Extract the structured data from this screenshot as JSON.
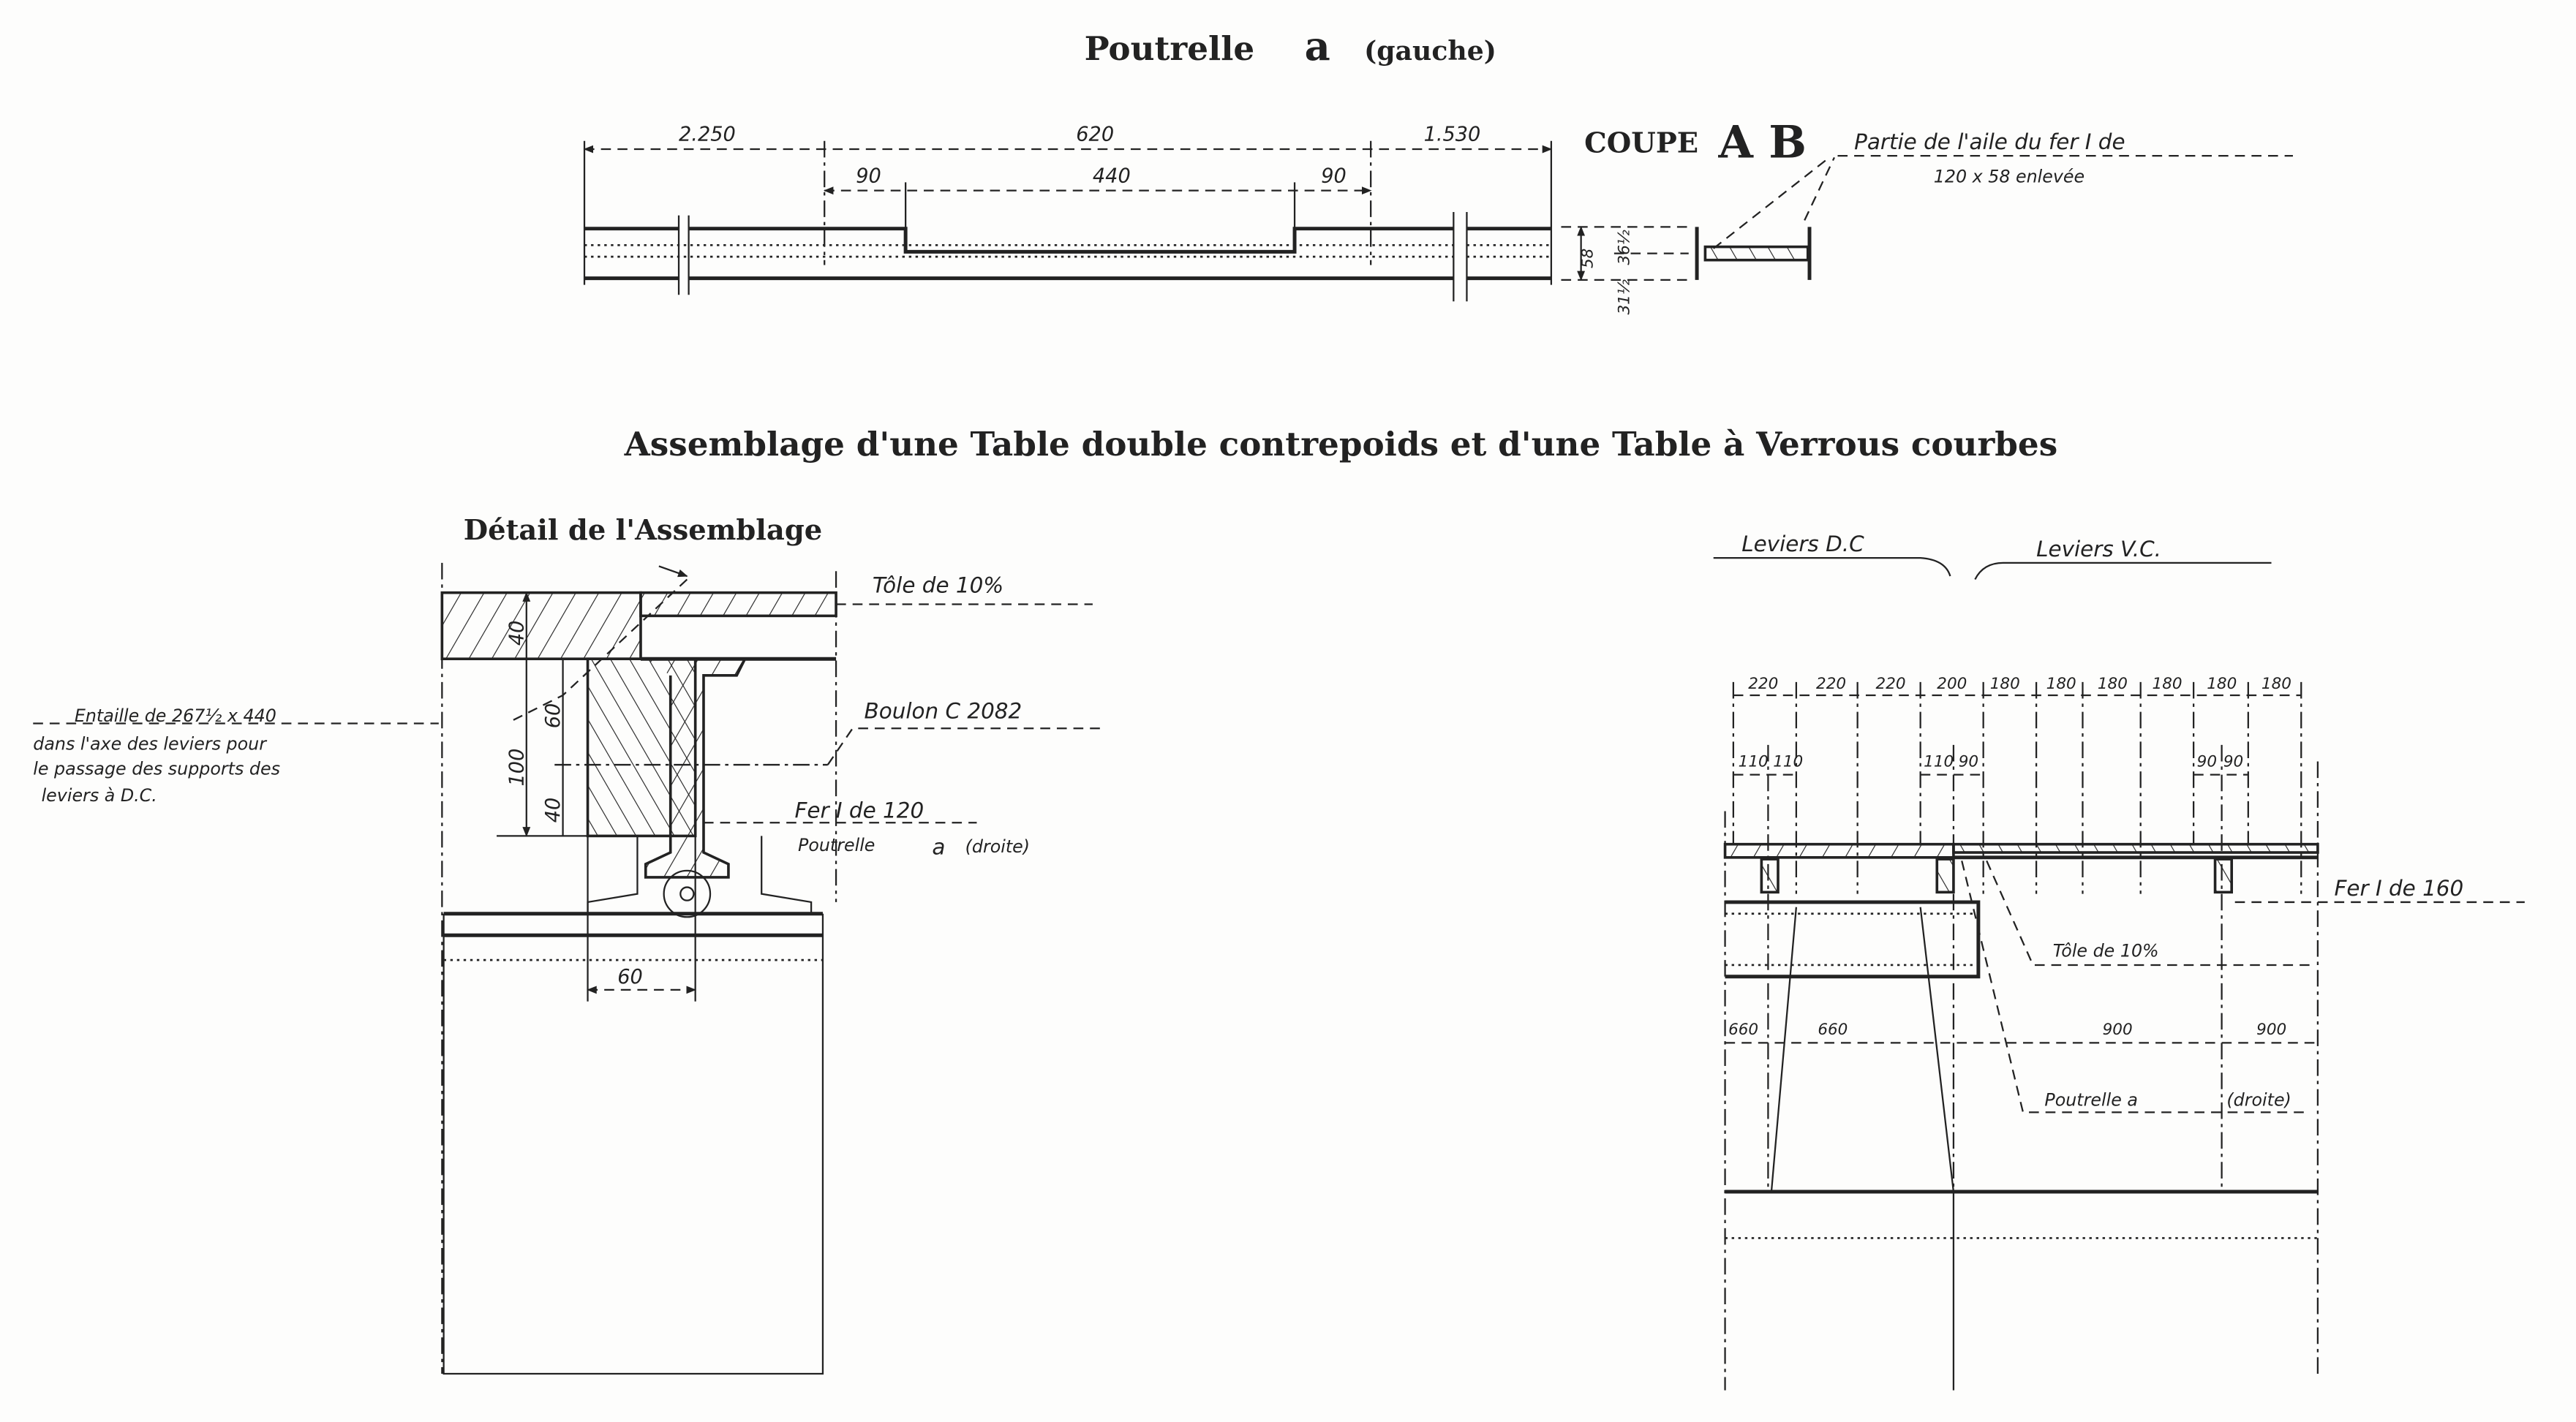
{
  "poutrelle": {
    "title_main": "Poutrelle",
    "title_letter": "a",
    "title_side": "(gauche)",
    "dims_top": [
      "2.250",
      "620",
      "1.530"
    ],
    "dims_inner": [
      "90",
      "440",
      "90"
    ],
    "coupe_label": "COUPE",
    "coupe_letters": "A B",
    "section_dims": [
      "58",
      "36½",
      "31½"
    ],
    "annotation_line1": "Partie de l'aile du fer I de",
    "annotation_line2": "120 x 58  enlevée"
  },
  "assemblage": {
    "title": "Assemblage d'une Table double contrepoids et d'une Table à Verrous courbes"
  },
  "detail": {
    "title": "Détail de l'Assemblage",
    "tole_label": "Tôle de  10%",
    "boulon_label": "Boulon C  2082",
    "fer_label": "Fer I de 120",
    "poutrelle_label": "Poutrelle",
    "poutrelle_letter": "a",
    "poutrelle_side": "(droite)",
    "entaille_lines": [
      "Entaille de 267½ x 440",
      "dans l'axe des leviers pour",
      "le passage des supports des",
      "leviers à  D.C."
    ],
    "dims": [
      "40",
      "60",
      "100",
      "40",
      "60"
    ]
  },
  "plan": {
    "leviers_dc": "Leviers D.C",
    "leviers_vc": "Leviers  V.C.",
    "top_dims": [
      "220",
      "220",
      "220",
      "200",
      "180",
      "180",
      "180",
      "180",
      "180",
      "180"
    ],
    "sub_dims": [
      "110",
      "110",
      "110",
      "90",
      "90",
      "90"
    ],
    "bottom_dims": [
      "660",
      "660",
      "900",
      "900"
    ],
    "fer_label": "Fer I de 160",
    "tole_label": "Tôle de 10%",
    "poutrelle_label": "Poutrelle a",
    "poutrelle_side": "(droite)"
  }
}
